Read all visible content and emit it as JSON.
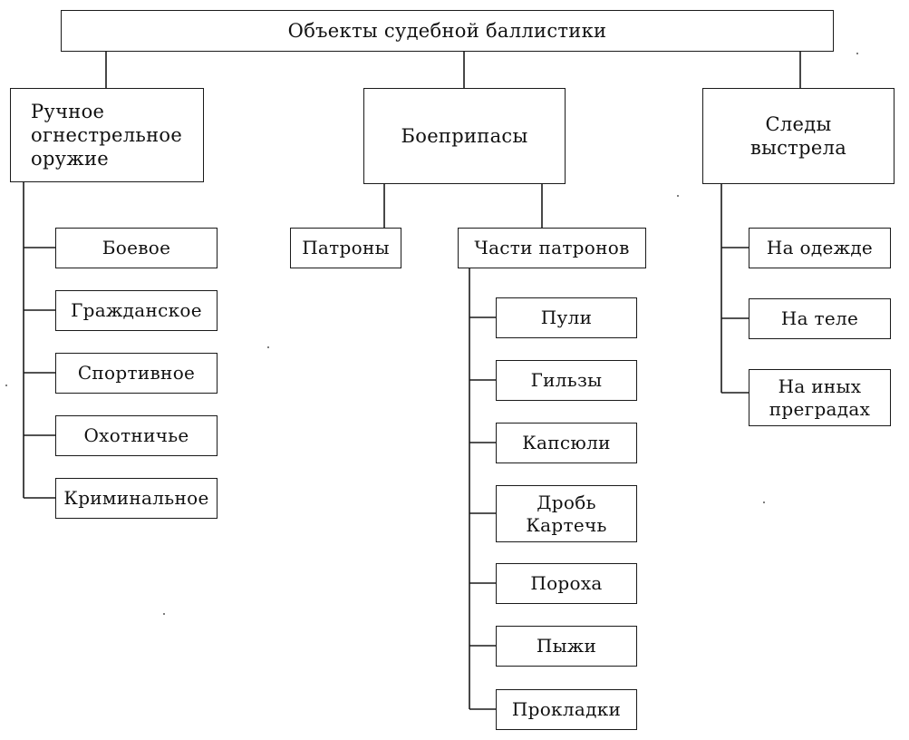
{
  "diagram": {
    "root": {
      "label": "Объекты судебной баллистики"
    },
    "categories": [
      {
        "label": "Ручное огнестрельное оружие",
        "children": [
          "Боевое",
          "Гражданское",
          "Спортивное",
          "Охотничье",
          "Криминальное"
        ]
      },
      {
        "label": "Боеприпасы",
        "subgroups": [
          {
            "label": "Патроны"
          },
          {
            "label": "Части патронов",
            "children": [
              "Пули",
              "Гильзы",
              "Капсюли",
              "Дробь Картечь",
              "Пороха",
              "Пыжи",
              "Прокладки"
            ]
          }
        ]
      },
      {
        "label": "Следы выстрела",
        "children": [
          "На одежде",
          "На теле",
          "На иных преградах"
        ]
      }
    ]
  }
}
